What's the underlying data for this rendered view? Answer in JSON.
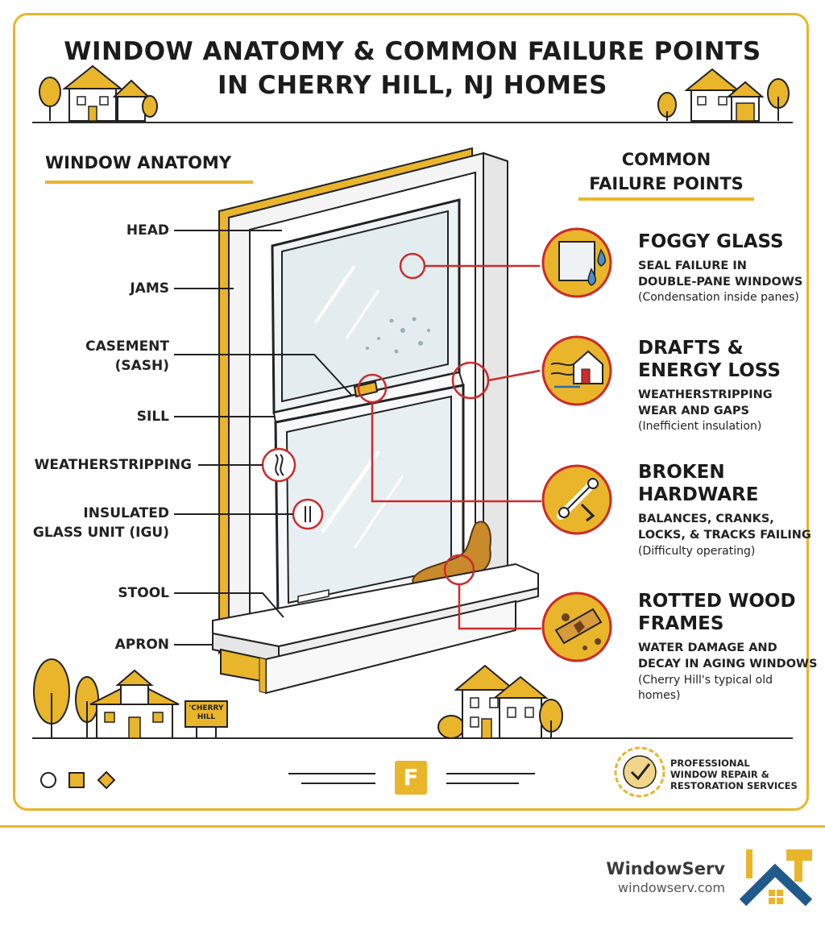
{
  "title_line1": "WINDOW ANATOMY & COMMON FAILURE POINTS",
  "title_line2": "IN CHERRY HILL, NJ HOMES",
  "anatomy": {
    "heading": "WINDOW ANATOMY",
    "labels": {
      "head": "HEAD",
      "jams": "JAMS",
      "casement_1": "CASEMENT",
      "casement_2": "(SASH)",
      "sill": "SILL",
      "weatherstripping": "WEATHERSTRIPPING",
      "igu_1": "INSULATED",
      "igu_2": "GLASS UNIT (IGU)",
      "stool": "STOOL",
      "apron": "APRON"
    }
  },
  "failures": {
    "heading_1": "COMMON",
    "heading_2": "FAILURE POINTS",
    "items": [
      {
        "h1": "FOGGY GLASS",
        "h2": "",
        "d1": "SEAL FAILURE IN",
        "d2": "DOUBLE-PANE WINDOWS",
        "s1": "(Condensation inside panes)",
        "s2": ""
      },
      {
        "h1": "DRAFTS &",
        "h2": "ENERGY LOSS",
        "d1": "WEATHERSTRIPPING",
        "d2": "WEAR AND GAPS",
        "s1": "(Inefficient insulation)",
        "s2": ""
      },
      {
        "h1": "BROKEN",
        "h2": "HARDWARE",
        "d1": "BALANCES, CRANKS,",
        "d2": "LOCKS, & TRACKS FAILING",
        "s1": "(Difficulty operating)",
        "s2": ""
      },
      {
        "h1": "ROTTED WOOD",
        "h2": "FRAMES",
        "d1": "WATER DAMAGE AND",
        "d2": "DECAY IN AGING WINDOWS",
        "s1": "(Cherry Hill's typical old",
        "s2": "homes)"
      }
    ]
  },
  "sign_text_1": "'CHERRY",
  "sign_text_2": "HILL",
  "center_logo": "F",
  "badge": {
    "l1": "PROFESSIONAL",
    "l2": "WINDOW REPAIR &",
    "l3": "RESTORATION SERVICES"
  },
  "brand": {
    "name": "WindowServ",
    "url": "windowserv.com"
  },
  "colors": {
    "accent": "#e9b52a",
    "red": "#cc2b2b",
    "dark": "#1c1c1c"
  }
}
